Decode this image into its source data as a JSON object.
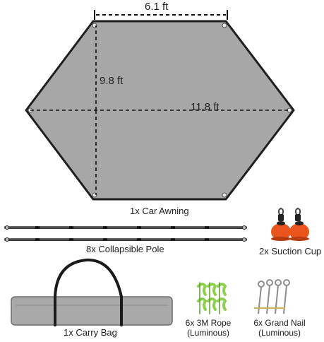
{
  "dimensions": {
    "top_width": "6.1 ft",
    "height": "9.8 ft",
    "width": "11.8 ft"
  },
  "items": {
    "awning": "1x Car Awning",
    "poles": "8x Collapsible Pole",
    "suction": "2x Suction Cup",
    "bag": "1x Carry Bag",
    "rope_line1": "6x 3M Rope",
    "rope_line2": "(Luminous)",
    "nail_line1": "6x Grand Nail",
    "nail_line2": "(Luminous)"
  },
  "colors": {
    "tarp_fill": "#a7a7a7",
    "tarp_edge": "#222222",
    "rope_green": "#8fd14f",
    "suction_orange": "#e8541c",
    "bag_gray": "#a9a9a9"
  }
}
